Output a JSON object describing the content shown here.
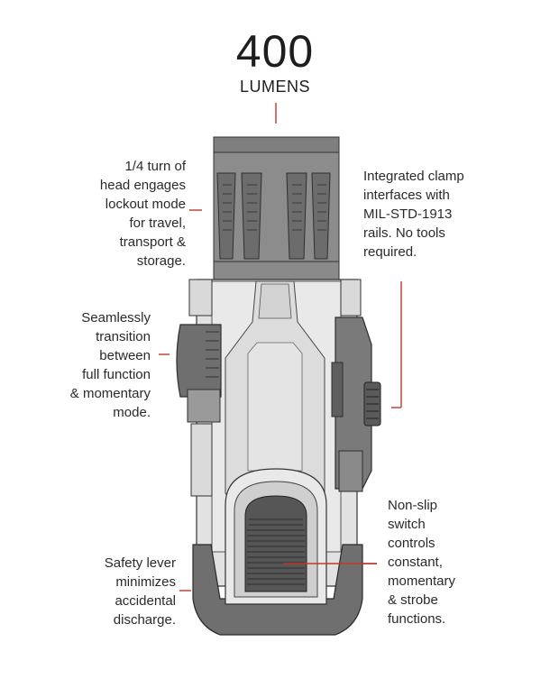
{
  "header": {
    "value": "400",
    "unit": "LUMENS"
  },
  "callouts": {
    "lockout": {
      "lines": [
        "1/4 turn of",
        "head engages",
        "lockout mode",
        "for travel,",
        "transport &",
        "storage."
      ]
    },
    "clamp": {
      "lines": [
        "Integrated clamp",
        "interfaces with",
        "MIL-STD-1913",
        "rails. No tools",
        "required."
      ]
    },
    "transition": {
      "lines": [
        "Seamlessly",
        "transition",
        "between",
        "full function",
        "& momentary",
        "mode."
      ]
    },
    "switch": {
      "lines": [
        "Non-slip",
        "switch",
        "controls",
        "constant,",
        "momentary",
        "& strobe",
        "functions."
      ]
    },
    "safety": {
      "lines": [
        "Safety lever",
        "minimizes",
        "accidental",
        "discharge."
      ]
    }
  },
  "colors": {
    "leader": "#c0392b",
    "body": "#e3e3e3",
    "head": "#8a8a8a",
    "dark": "#555555"
  }
}
